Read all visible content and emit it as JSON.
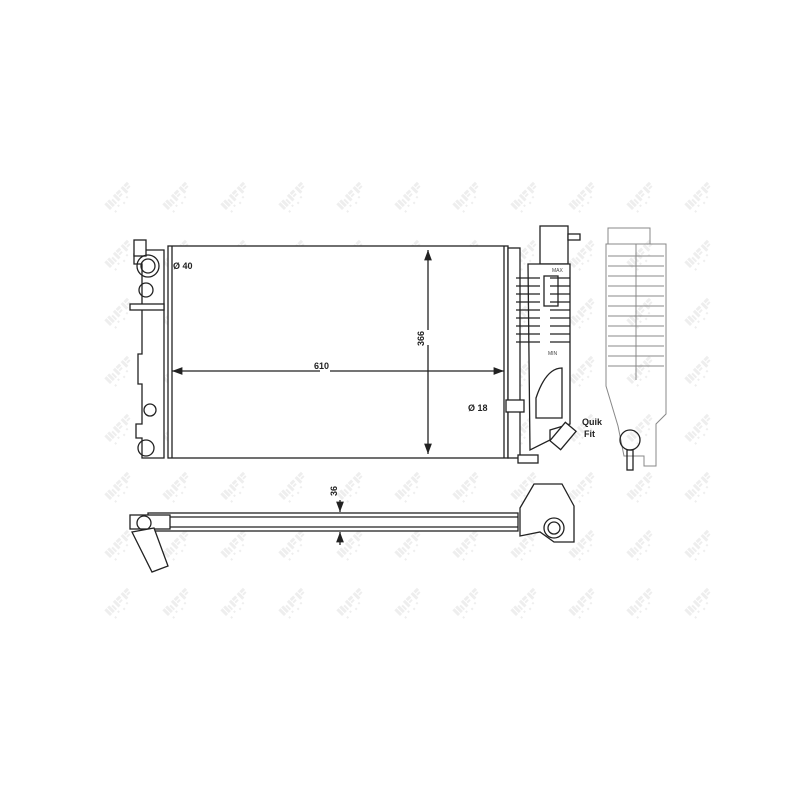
{
  "watermark": "NRF",
  "dimensions": {
    "inlet_diameter": "Ø 40",
    "width": "610",
    "height": "366",
    "outlet_diameter": "Ø 18",
    "thickness": "36"
  },
  "labels": {
    "quik_fit_line1": "Quik",
    "quik_fit_line2": "Fit",
    "max": "MAX",
    "min": "MIN"
  },
  "colors": {
    "line": "#222222",
    "watermark": "#eeeeee"
  }
}
